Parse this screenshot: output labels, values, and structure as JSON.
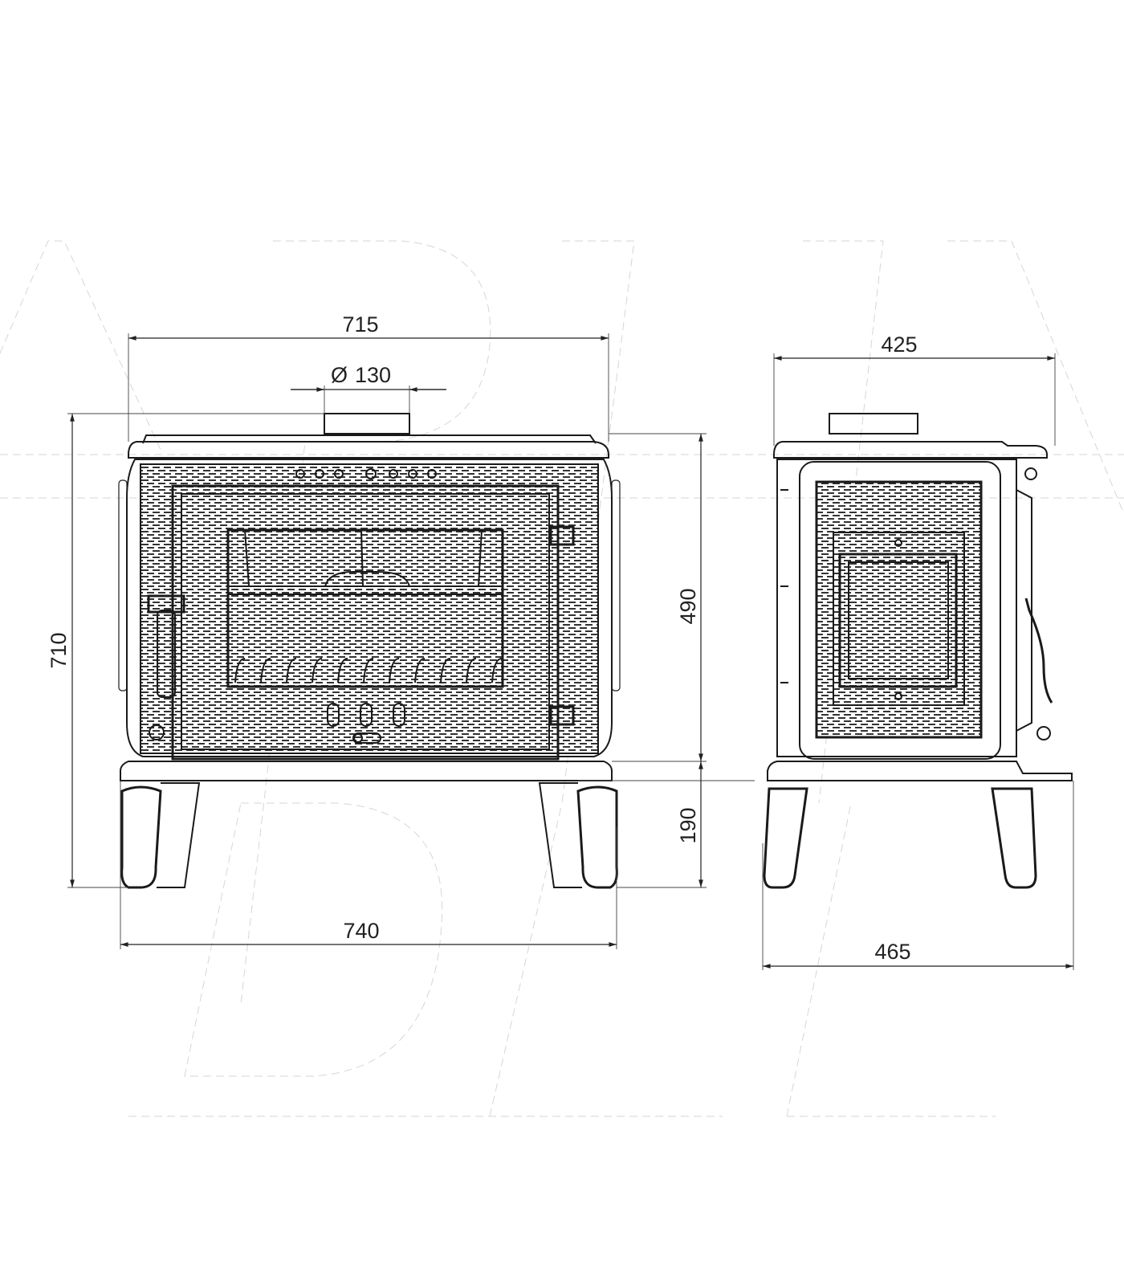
{
  "drawing": {
    "front_view": {
      "width_top": "715",
      "flue_diameter": "130",
      "height_total": "710",
      "height_body": "490",
      "height_legs": "190",
      "width_base": "740"
    },
    "side_view": {
      "depth_top": "425",
      "depth_base": "465"
    },
    "diameter_symbol": "Ø",
    "colors": {
      "line": "#1a1a1a",
      "watermark": "#d6d6d6"
    }
  }
}
